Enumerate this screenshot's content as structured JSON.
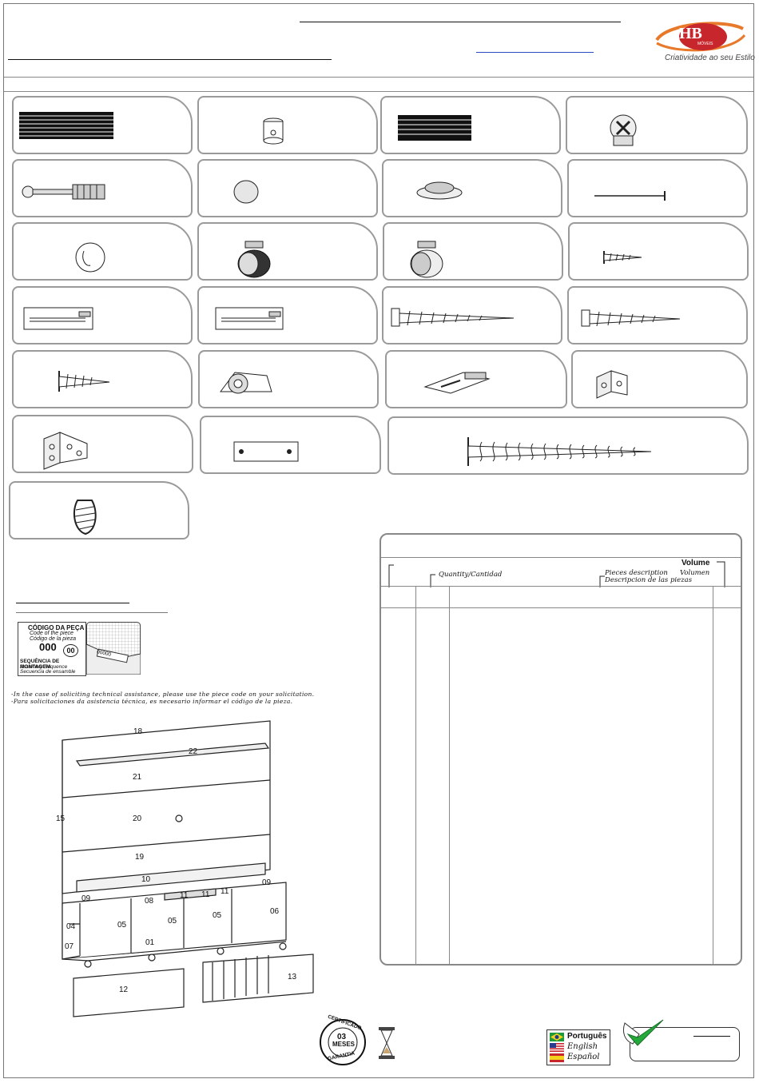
{
  "brand": {
    "logo_text": "HB",
    "tagline": "Criatividade ao seu Estilo",
    "badge": "MÓVEIS"
  },
  "code_label": {
    "title": "CÓDIGO DA PEÇA",
    "en": "Code of the piece",
    "es": "Código de la pieza",
    "number": "000",
    "sequence": "00",
    "sequence_title": "SEQUÊNCIA DE MONTAGEM",
    "sequence_en": "Assembly Sequence",
    "sequence_es": "Secuencia de ensamble",
    "sample_code": "00000"
  },
  "notes": {
    "en": "-In the case of soliciting technical assistance, please use the piece code on your solicitation.",
    "es": "-Para solicitaciones da asistencia técnica, es necesario informar el código de la pieza."
  },
  "table": {
    "volume": "Volume",
    "quantity": "Quantity/Cantidad",
    "pieces_en": "Pieces description",
    "pieces_es": "Descripcion de las piezas",
    "volumen": "Volumen"
  },
  "parts": [
    "18",
    "22",
    "21",
    "15",
    "20",
    "19",
    "10",
    "09",
    "09",
    "08",
    "11",
    "11",
    "11",
    "06",
    "05",
    "05",
    "05",
    "04",
    "07",
    "01",
    "12",
    "13"
  ],
  "warranty": {
    "line1": "CERTIFICADO",
    "number": "03",
    "months": "MESES",
    "line2": "GARANTIA"
  },
  "languages": [
    "Português",
    "English",
    "Español"
  ]
}
